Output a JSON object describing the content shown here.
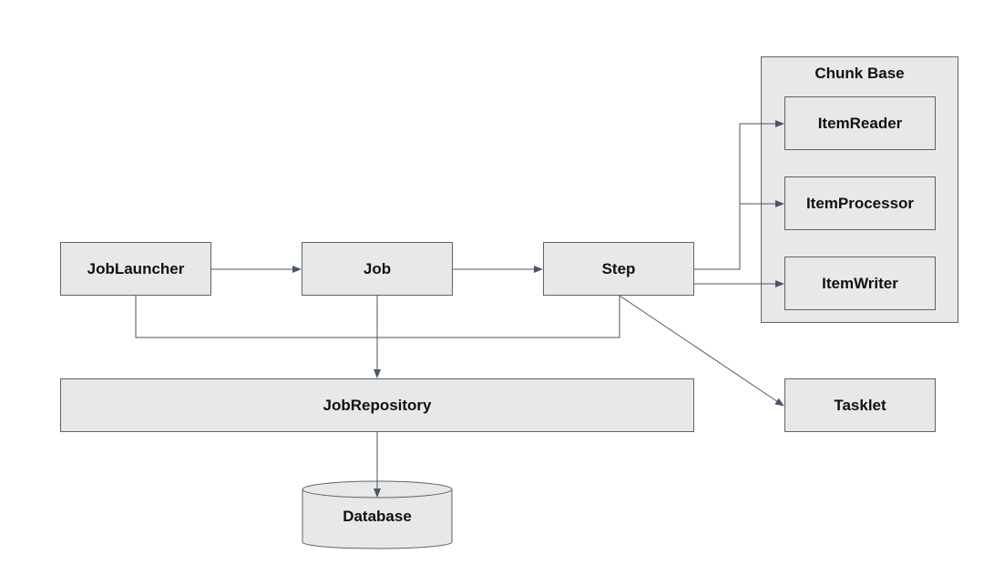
{
  "diagram": {
    "nodes": {
      "job_launcher": "JobLauncher",
      "job": "Job",
      "step": "Step",
      "job_repository": "JobRepository",
      "database": "Database",
      "tasklet": "Tasklet",
      "item_reader": "ItemReader",
      "item_processor": "ItemProcessor",
      "item_writer": "ItemWriter"
    },
    "groups": {
      "chunk_base": "Chunk Base"
    },
    "edges": [
      {
        "from": "JobLauncher",
        "to": "Job"
      },
      {
        "from": "Job",
        "to": "Step"
      },
      {
        "from": "Step",
        "to": "ItemReader"
      },
      {
        "from": "Step",
        "to": "ItemProcessor"
      },
      {
        "from": "Step",
        "to": "ItemWriter"
      },
      {
        "from": "Step",
        "to": "Tasklet"
      },
      {
        "from": "JobLauncher",
        "to": "JobRepository"
      },
      {
        "from": "Job",
        "to": "JobRepository"
      },
      {
        "from": "Step",
        "to": "JobRepository"
      },
      {
        "from": "JobRepository",
        "to": "Database"
      }
    ],
    "colors": {
      "node_fill": "#e8e8e8",
      "node_border": "#5e6268",
      "edge": "#4a5566"
    }
  }
}
